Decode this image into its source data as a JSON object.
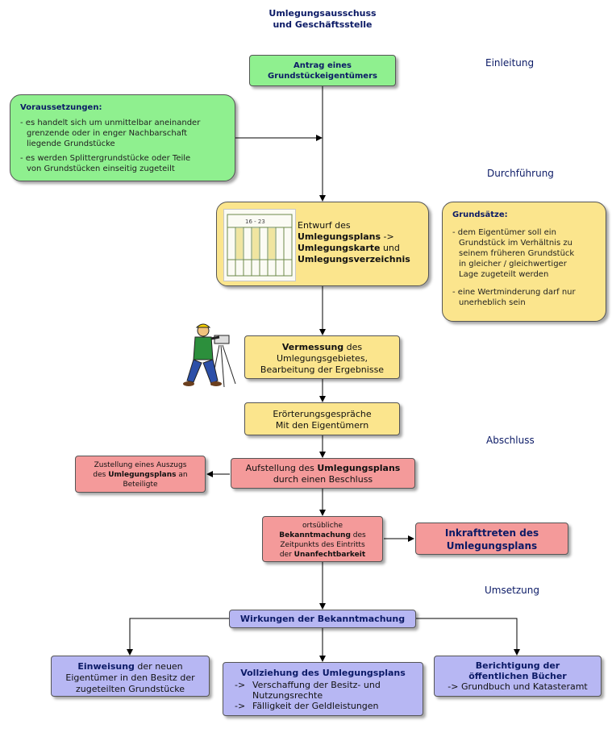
{
  "header": {
    "line1": "Umlegungsausschuss",
    "line2": "und Geschäftsstelle"
  },
  "sections": {
    "einleitung": "Einleitung",
    "durchfuehrung": "Durchführung",
    "abschluss": "Abschluss",
    "umsetzung": "Umsetzung"
  },
  "antrag": {
    "line1": "Antrag eines",
    "line2": "Grundstückeigentümers"
  },
  "voraussetzungen": {
    "title": "Voraussetzungen:",
    "item1_l1": "- es handelt sich um unmittelbar aneinander",
    "item1_l2": "grenzende oder in enger Nachbarschaft",
    "item1_l3": "liegende Grundstücke",
    "item2_l1": "- es werden Splittergrundstücke oder Teile",
    "item2_l2": "von Grundstücken einseitig zugeteilt"
  },
  "entwurf": {
    "t1": "Entwurf des",
    "b1": "Umlegungsplans",
    "t2": " ->",
    "b2": "Umlegungskarte",
    "t3": " und",
    "b3": "Umlegungsverzeichnis"
  },
  "grundsaetze": {
    "title": "Grundsätze:",
    "i1_l1": "- dem Eigentümer soll ein",
    "i1_l2": "Grundstück im Verhältnis zu",
    "i1_l3": "seinem früheren Grundstück",
    "i1_l4": "in gleicher / gleichwertiger",
    "i1_l5": "Lage zugeteilt werden",
    "i2_l1": "- eine Wertminderung darf nur",
    "i2_l2": "unerheblich sein"
  },
  "vermessung": {
    "b1": "Vermessung",
    "t1": " des",
    "l2": "Umlegungsgebietes,",
    "l3": "Bearbeitung der Ergebnisse"
  },
  "eroerterung": {
    "l1": "Erörterungsgespräche",
    "l2": "Mit den Eigentümern"
  },
  "zustellung": {
    "l1": "Zustellung eines Auszugs",
    "t1": "des ",
    "b1": "Umlegungsplans",
    "t2": " an",
    "l3": "Beteiligte"
  },
  "aufstellung": {
    "t1": "Aufstellung des ",
    "b1": "Umlegungsplans",
    "l2": "durch einen Beschluss"
  },
  "bekanntmachung": {
    "l1": "ortsübliche",
    "b1": "Bekanntmachung",
    "t1": " des",
    "l3": "Zeitpunkts des Eintritts",
    "t2": "der ",
    "b2": "Unanfechtbarkeit"
  },
  "inkrafttreten": {
    "l1": "Inkrafttreten des",
    "l2": "Umlegungsplans"
  },
  "wirkungen": {
    "label": "Wirkungen der Bekanntmachung"
  },
  "einweisung": {
    "b1": "Einweisung",
    "t1": " der neuen",
    "l2": "Eigentümer in den Besitz der",
    "l3": "zugeteilten Grundstücke"
  },
  "vollziehung": {
    "title": "Vollziehung des Umlegungsplans",
    "a1": "->",
    "i1_l1": "Verschaffung der Besitz- und",
    "i1_l2": "Nutzungsrechte",
    "a2": "->",
    "i2": "Fälligkeit der Geldleistungen"
  },
  "berichtigung": {
    "l1": "Berichtigung der",
    "l2": "öffentlichen Bücher",
    "l3": "-> Grundbuch und Katasteramt"
  },
  "map": {
    "label": "16 - 23"
  },
  "colors": {
    "green": "#8ff08f",
    "yellow": "#fbe58d",
    "red": "#f49a9a",
    "blue": "#b7b7f3",
    "navy": "#0b1a66"
  }
}
